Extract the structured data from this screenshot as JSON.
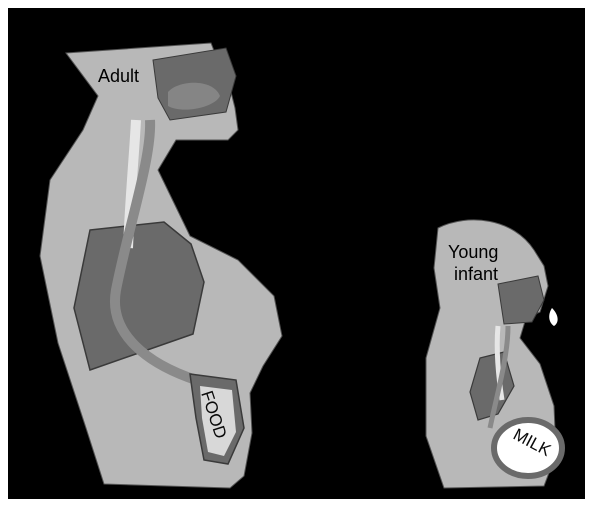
{
  "labels": {
    "adult": "Adult",
    "infant_line1": "Young",
    "infant_line2": "infant",
    "food": "FOOD",
    "milk": "MILK"
  },
  "colors": {
    "background": "#000000",
    "body": "#b8b8b8",
    "organ": "#6a6a6a",
    "tract": "#e6e6e6",
    "text": "#000000"
  }
}
